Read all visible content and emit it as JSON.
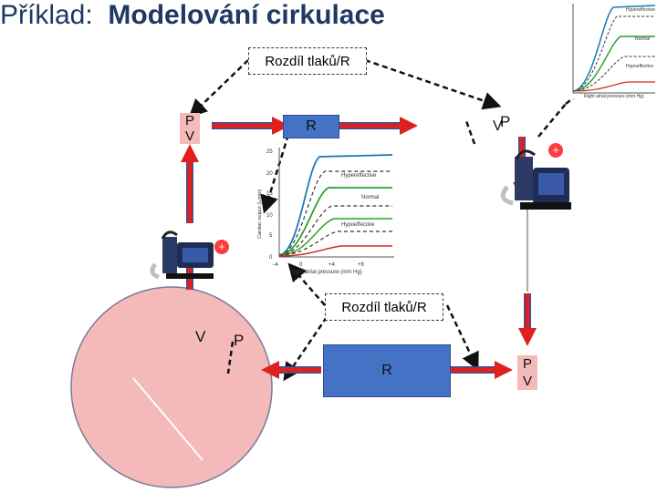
{
  "title": {
    "prefix": "Příklad:",
    "main": "Modelování cirkulace"
  },
  "top_box": {
    "label": "Rozdíl tlaků/R"
  },
  "bottom_box": {
    "label": "Rozdíl tlaků/R"
  },
  "upper_r": {
    "label": "R"
  },
  "lower_r": {
    "label": "R"
  },
  "left_pv": {
    "p": "P",
    "v": "V"
  },
  "right_pv": {
    "p": "P",
    "v": "V"
  },
  "upper_right_p": "P",
  "upper_right_v": "V",
  "circle_v": "V",
  "circle_p": "P",
  "plus": "+",
  "curve_labels": {
    "hyper": "Hypereffective",
    "normal": "Normal",
    "hypo": "Hypoeffective"
  },
  "mini_chart": {
    "ylabel": "Cardiac output (L/min)",
    "xlabel": "Right atrial pressure (mm Hg)",
    "yticks": [
      "25",
      "20",
      "15",
      "10",
      "5",
      "0"
    ],
    "xticks": [
      "−4",
      "0",
      "+4",
      "+8"
    ]
  },
  "colors": {
    "arrow": "#e0201e",
    "box_blue": "#4472c4",
    "pink": "#f4b9b9",
    "title": "#1f3864"
  }
}
